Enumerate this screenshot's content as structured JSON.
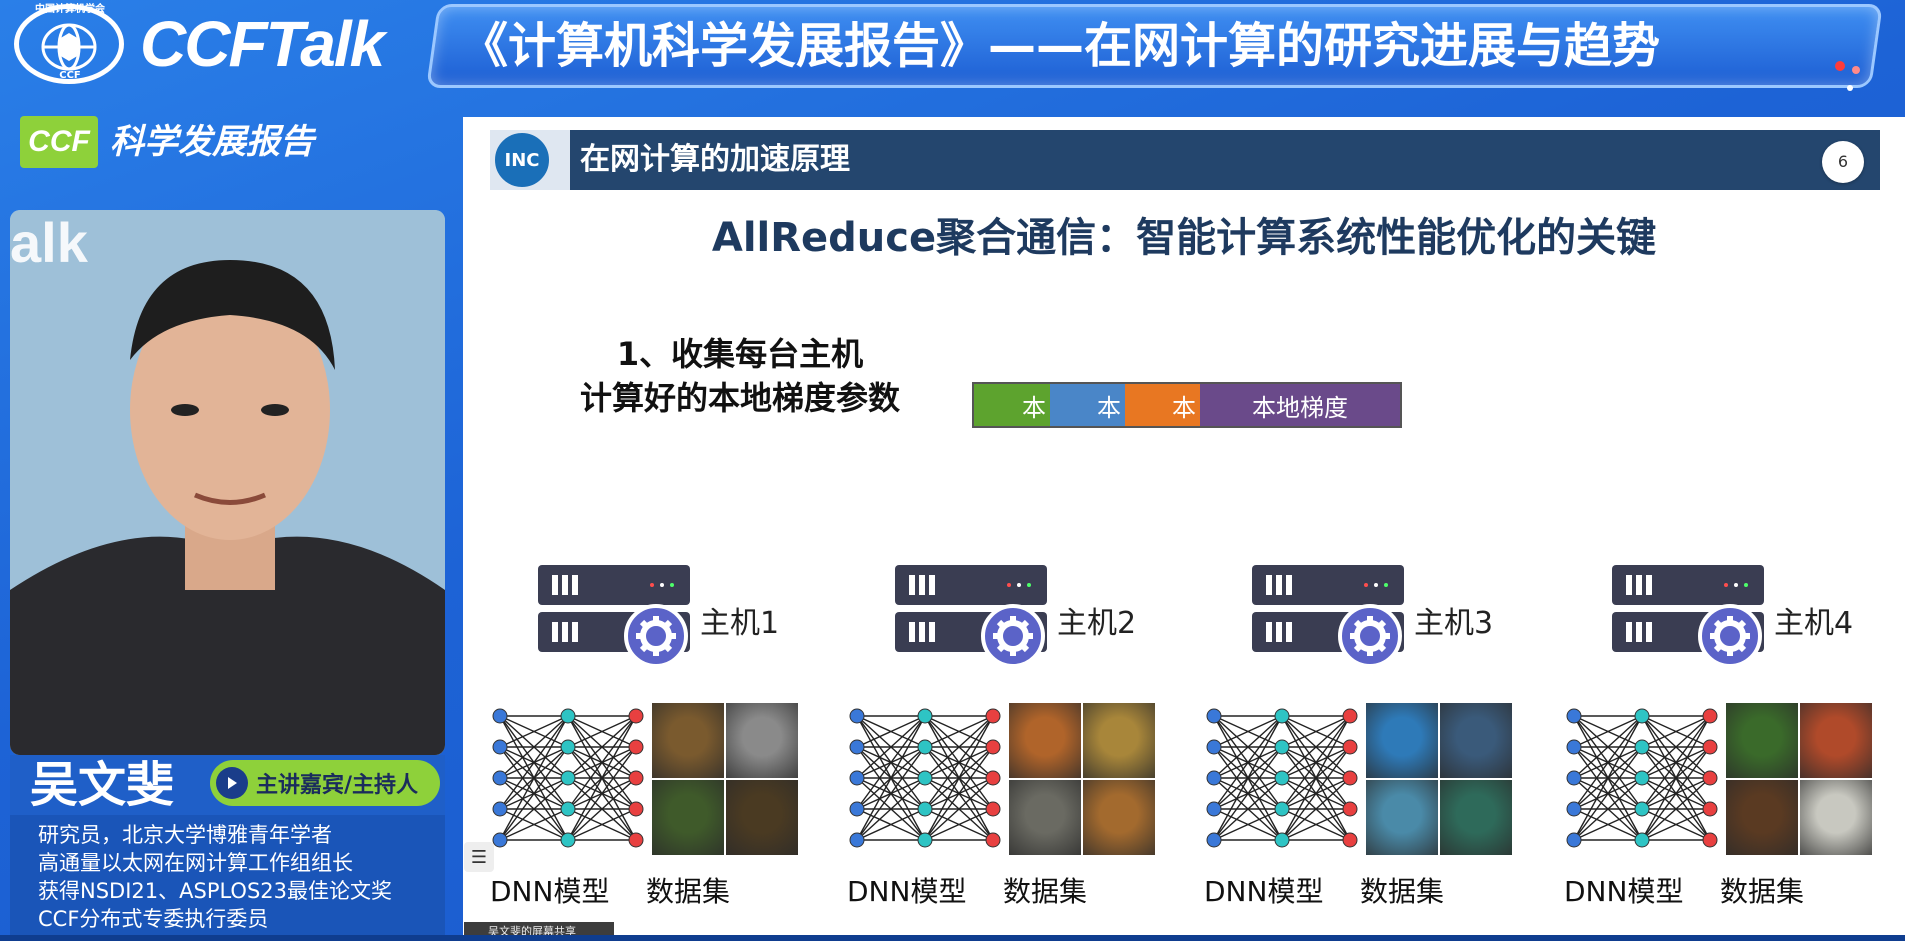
{
  "header": {
    "seal_top": "中国计算机学会",
    "seal_bottom": "CCF",
    "brand": "CCFTalk",
    "title": "《计算机科学发展报告》——在网计算的研究进展与趋势"
  },
  "left_panel": {
    "badge": "CCF",
    "report_label": "科学发展报告",
    "watermark": "alk",
    "speaker_name": "吴文斐",
    "role": "主讲嘉宾/主持人",
    "bio": [
      "研究员，北京大学博雅青年学者",
      "高通量以太网在网计算工作组组长",
      "获得NSDI21、ASPLOS23最佳论文奖",
      "CCF分布式专委执行委员"
    ]
  },
  "slide": {
    "logo_text": "INC",
    "heading": "在网计算的加速原理",
    "page_number": "6",
    "title": "AllReduce聚合通信：智能计算系统性能优化的关键",
    "step_line1": "1、收集每台主机",
    "step_line2": "计算好的本地梯度参数",
    "gradient_bar": [
      {
        "label": "本",
        "color": "#5da32e"
      },
      {
        "label": "本",
        "color": "#4a86c8"
      },
      {
        "label": "本",
        "color": "#e87722"
      },
      {
        "label": "本地梯度",
        "color": "#6a4a8a"
      }
    ],
    "hosts": [
      {
        "label": "主机1",
        "dnn": "DNN模型",
        "dataset": "数据集",
        "photo_colors": [
          "#7a5a2e",
          "#8a8a8a",
          "#3f5a2a",
          "#4a3a22"
        ]
      },
      {
        "label": "主机2",
        "dnn": "DNN模型",
        "dataset": "数据集",
        "photo_colors": [
          "#b0642a",
          "#a8863a",
          "#6a6a62",
          "#a36a2e"
        ]
      },
      {
        "label": "主机3",
        "dnn": "DNN模型",
        "dataset": "数据集",
        "photo_colors": [
          "#2e7ab8",
          "#3a5a7a",
          "#4a8aa8",
          "#2e6a5a"
        ]
      },
      {
        "label": "主机4",
        "dnn": "DNN模型",
        "dataset": "数据集",
        "photo_colors": [
          "#3a6a2a",
          "#b04a2a",
          "#5a3a22",
          "#c8c8c0"
        ]
      }
    ]
  },
  "share_label": "吴文斐的屏幕共享",
  "colors": {
    "header_blue": "#1d63d6",
    "accent_green": "#8ed13a",
    "slide_bar": "#24466e"
  }
}
